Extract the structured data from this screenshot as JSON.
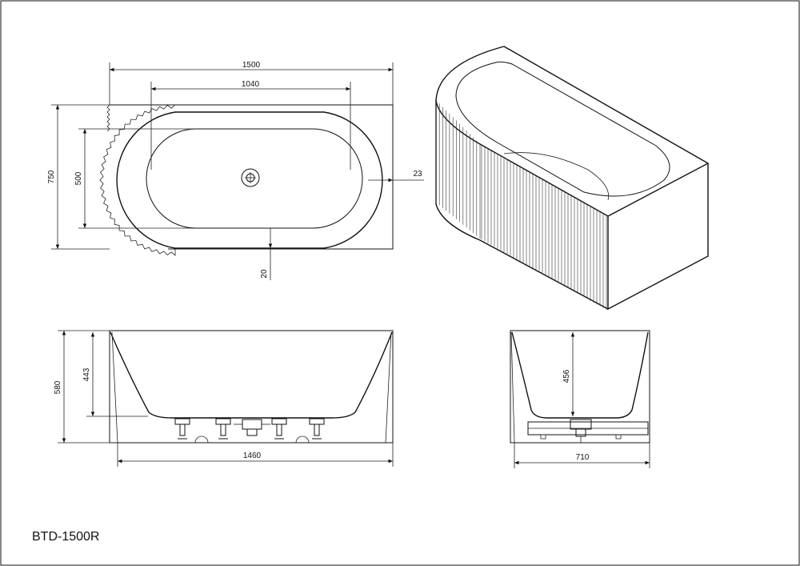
{
  "drawing": {
    "model": "BTD-1500R"
  },
  "top_view": {
    "overall_length": "1500",
    "inner_length": "1040",
    "overall_width": "750",
    "inner_width": "500",
    "side_offset": "23",
    "front_offset": "20"
  },
  "front_view": {
    "height": "580",
    "inner_depth": "443",
    "base_length": "1460"
  },
  "side_view": {
    "inner_depth": "456",
    "base_width": "710"
  }
}
